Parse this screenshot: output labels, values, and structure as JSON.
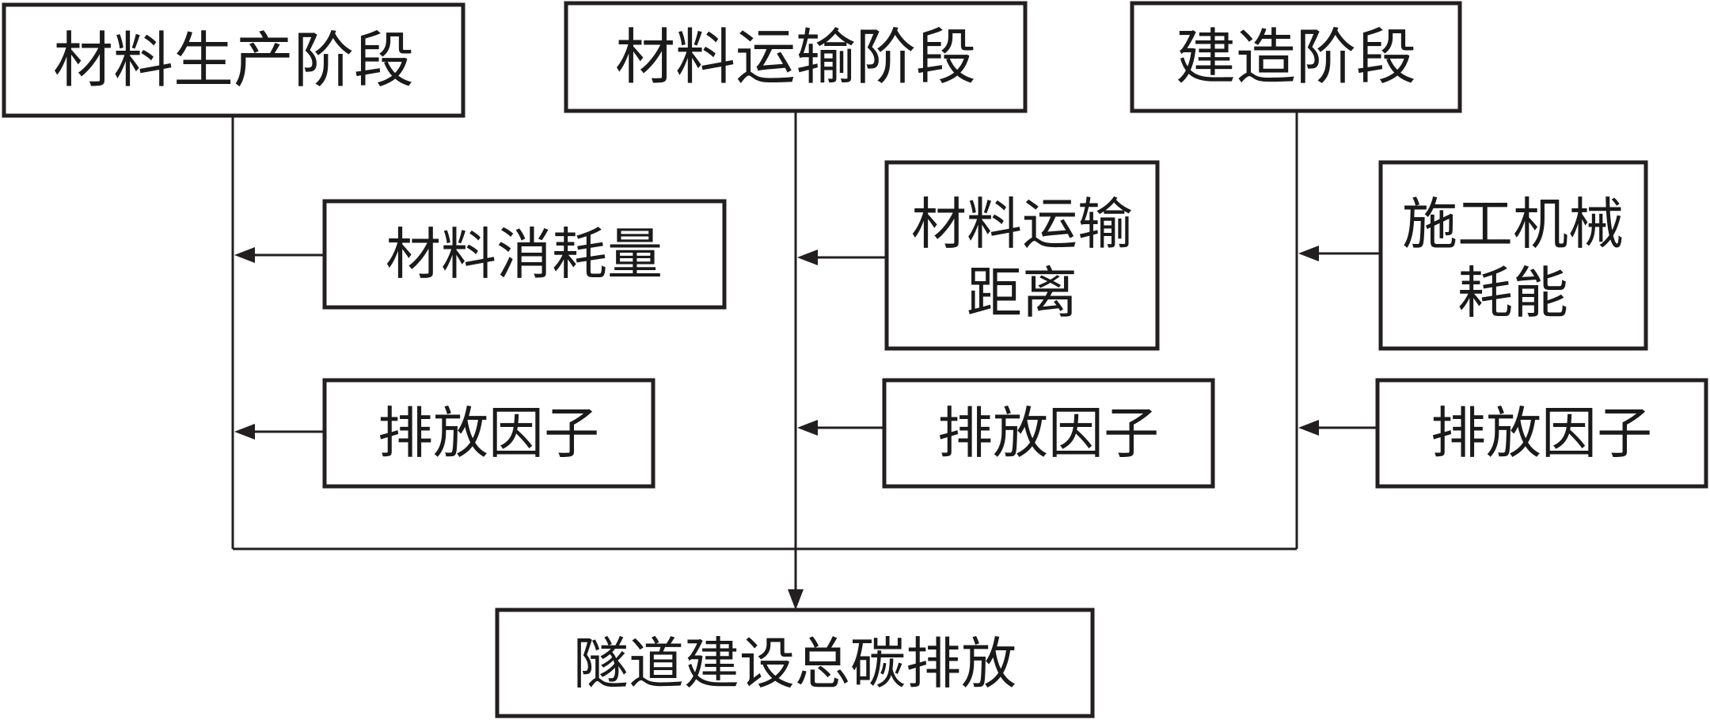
{
  "stages": [
    {
      "label": "材料生产阶段"
    },
    {
      "label": "材料运输阶段"
    },
    {
      "label": "建造阶段"
    }
  ],
  "inputs": {
    "production": [
      {
        "lines": [
          "材料消耗量"
        ]
      },
      {
        "lines": [
          "排放因子"
        ]
      }
    ],
    "transport": [
      {
        "lines": [
          "材料运输",
          "距离"
        ]
      },
      {
        "lines": [
          "排放因子"
        ]
      }
    ],
    "construction": [
      {
        "lines": [
          "施工机械",
          "耗能"
        ]
      },
      {
        "lines": [
          "排放因子"
        ]
      }
    ]
  },
  "result": {
    "label": "隧道建设总碳排放"
  },
  "colors": {
    "stroke": "#231f20",
    "text": "#1a1a1a",
    "background": "#ffffff"
  }
}
